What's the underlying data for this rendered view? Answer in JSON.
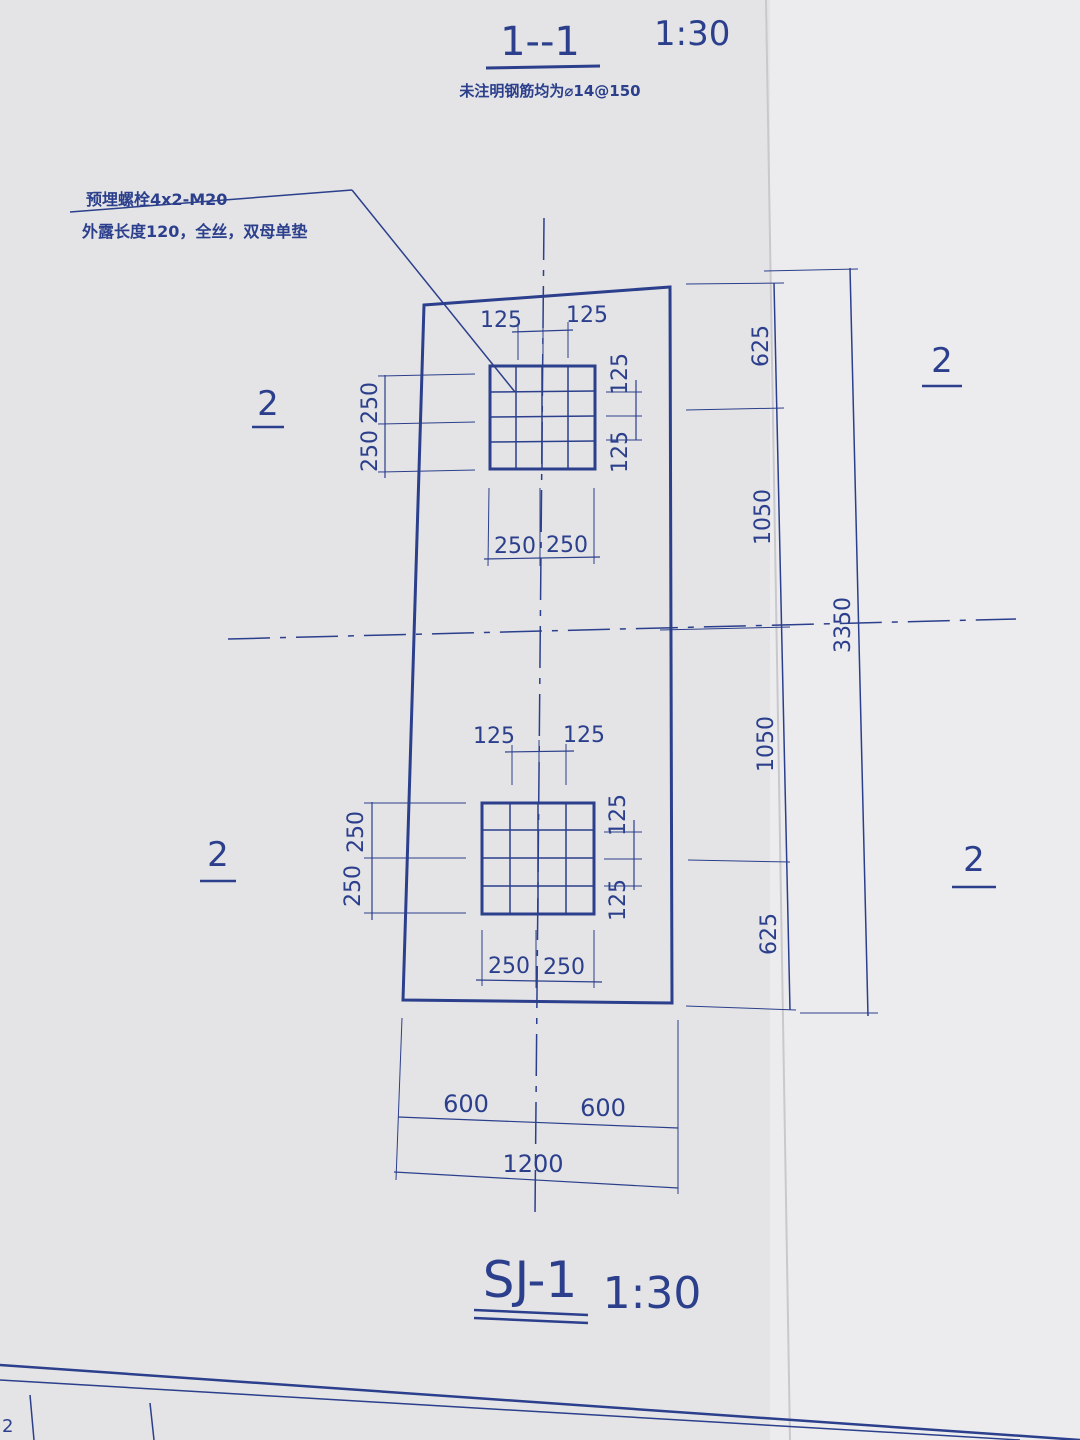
{
  "section_title": {
    "label": "1--1",
    "scale": "1:30"
  },
  "section_note": "未注明钢筋均为⌀14@150",
  "callout": {
    "line1": "预埋螺栓4x2-M20",
    "line2": "外露长度120，全丝，双母单垫"
  },
  "section_marks": [
    "2",
    "2",
    "2",
    "2"
  ],
  "dims": {
    "top_bolt_spacing": [
      "125",
      "125"
    ],
    "top_bolt_vert": [
      "125",
      "125"
    ],
    "top_plate_vert": [
      "250",
      "250"
    ],
    "top_plate_horiz": [
      "250",
      "250"
    ],
    "bot_bolt_spacing": [
      "125",
      "125"
    ],
    "bot_bolt_vert": [
      "125",
      "125"
    ],
    "bot_plate_vert": [
      "250",
      "250"
    ],
    "bot_plate_horiz": [
      "250",
      "250"
    ],
    "right_chain": [
      "625",
      "1050",
      "1050",
      "625"
    ],
    "overall_height": "3350",
    "width_halves": [
      "600",
      "600"
    ],
    "overall_width": "1200"
  },
  "plan_title": {
    "label": "SJ-1",
    "scale": "1:30"
  },
  "corner_fragment": "2",
  "colors": {
    "ink": "#2b3f8c",
    "paper": "#e6e6e8"
  }
}
